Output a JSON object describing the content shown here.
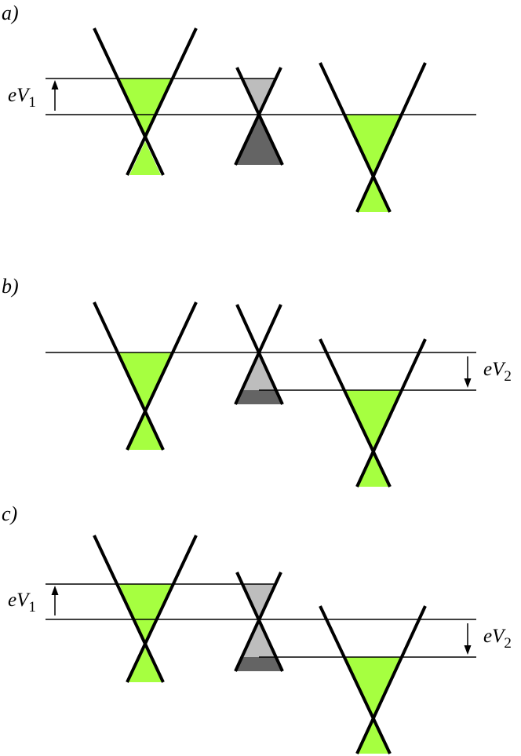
{
  "colors": {
    "green": "#a6ff40",
    "light_gray": "#bdbdbd",
    "dark_gray": "#646464",
    "line": "#000000"
  },
  "panels": [
    {
      "label": "a)",
      "energy_labels": [
        {
          "base": "eV",
          "sub": "1"
        }
      ]
    },
    {
      "label": "b)",
      "energy_labels": [
        {
          "base": "eV",
          "sub": "2"
        }
      ]
    },
    {
      "label": "c)",
      "energy_labels": [
        {
          "base": "eV",
          "sub": "1"
        },
        {
          "base": "eV",
          "sub": "2"
        }
      ]
    }
  ]
}
